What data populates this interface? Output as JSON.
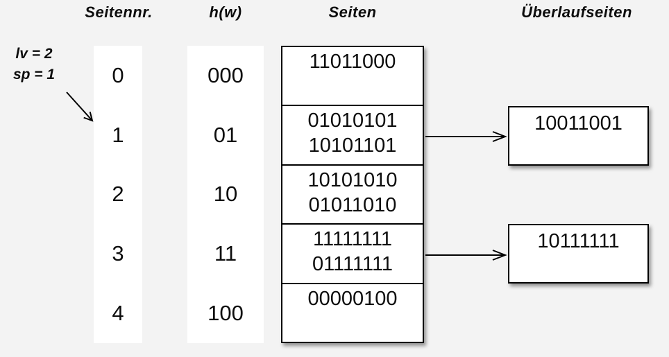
{
  "colors": {
    "background": "#f3f3f3",
    "box_fill": "#ffffff",
    "line": "#000000"
  },
  "headers": {
    "seitennr": "Seitennr.",
    "hw": "h(w)",
    "seiten": "Seiten",
    "ueberlauf": "Überlaufseiten"
  },
  "annotation": {
    "line1": "lv = 2",
    "line2": "sp = 1"
  },
  "rows": [
    {
      "nr": "0",
      "hw": "000",
      "values": [
        "11011000"
      ],
      "overflow": null
    },
    {
      "nr": "1",
      "hw": "01",
      "values": [
        "01010101",
        "10101101"
      ],
      "overflow": "10011001"
    },
    {
      "nr": "2",
      "hw": "10",
      "values": [
        "10101010",
        "01011010"
      ],
      "overflow": null
    },
    {
      "nr": "3",
      "hw": "11",
      "values": [
        "11111111",
        "01111111"
      ],
      "overflow": "10111111"
    },
    {
      "nr": "4",
      "hw": "100",
      "values": [
        "00000100"
      ],
      "overflow": null
    }
  ]
}
